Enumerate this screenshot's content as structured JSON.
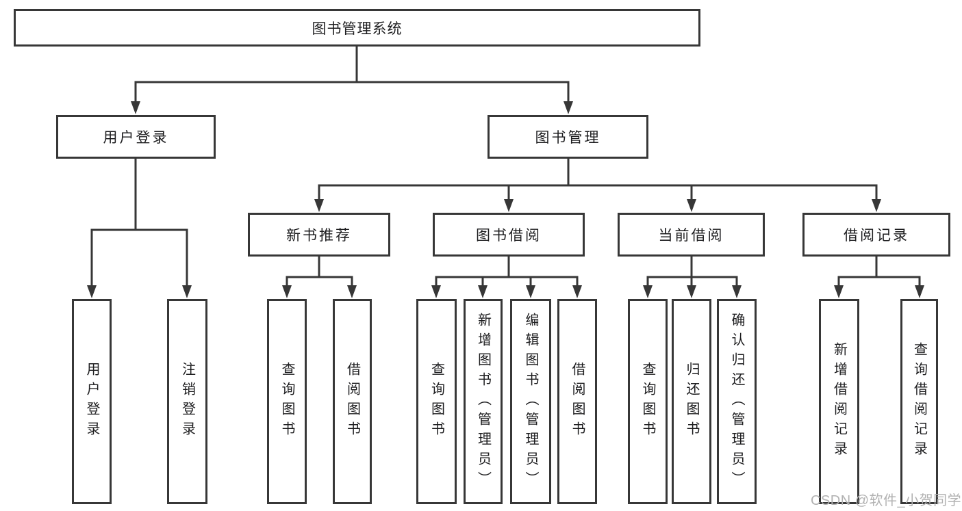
{
  "nodes": {
    "root": "图书管理系统",
    "user_login": "用户登录",
    "book_management": "图书管理",
    "new_book_recommendation": "新书推荐",
    "book_borrowing": "图书借阅",
    "current_borrowing": "当前借阅",
    "borrowing_records": "借阅记录",
    "leaves": {
      "user_login_login": "用户登录",
      "user_login_logout": "注销登录",
      "recommend_query_books": "查询图书",
      "recommend_borrow_books": "借阅图书",
      "borrow_query_books": "查询图书",
      "borrow_add_books_admin": "新增图书（管理员）",
      "borrow_edit_books_admin": "编辑图书（管理员）",
      "borrow_borrow_books": "借阅图书",
      "current_query_books": "查询图书",
      "current_return_books": "归还图书",
      "current_confirm_return_admin": "确认归还（管理员）",
      "records_add_record": "新增借阅记录",
      "records_query_record": "查询借阅记录"
    }
  },
  "watermark": {
    "text": "CSDN @软件_小贺同学"
  },
  "colors": {
    "line": "#373737",
    "text": "#1d1d1f",
    "watermark": "#b2b2b2",
    "background": "#ffffff"
  }
}
